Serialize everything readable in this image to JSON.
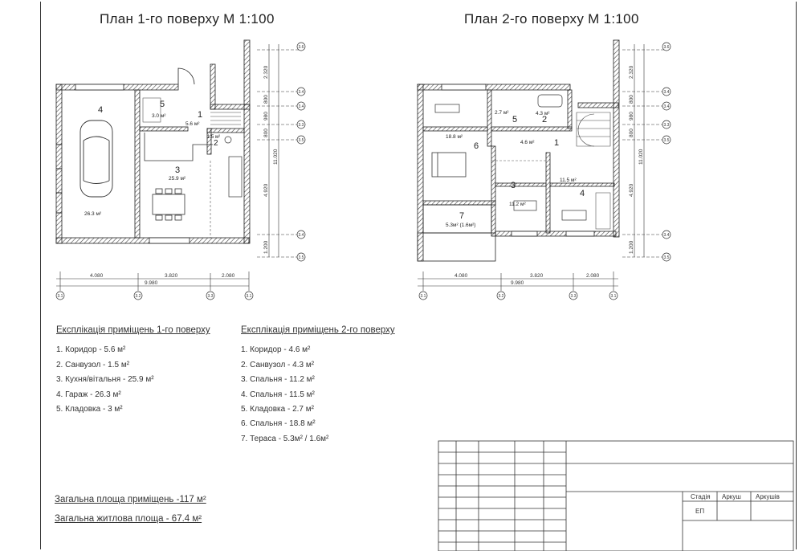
{
  "plan1": {
    "title": "План 1-го поверху М 1:100",
    "rooms": [
      {
        "num": "1",
        "area": "5.6 м²"
      },
      {
        "num": "2",
        "area": "1.5 м²"
      },
      {
        "num": "3",
        "area": "25.9 м²"
      },
      {
        "num": "4",
        "area": "26.3 м²"
      },
      {
        "num": "5",
        "area": "3.0 м²"
      }
    ],
    "dims_bottom": [
      "4.080",
      "3.820",
      "2.080",
      "9.980"
    ],
    "dims_right": [
      "2.320",
      "800",
      "980",
      "800",
      "4.920",
      "1.200",
      "11.020"
    ],
    "axes_bottom": [
      "3.1",
      "3.2",
      "3.3",
      "3.1"
    ],
    "axes_right": [
      "3.6",
      "3.4",
      "3.4",
      "3.3",
      "3.5",
      "3.4",
      "3.5"
    ]
  },
  "plan2": {
    "title": "План 2-го поверху М 1:100",
    "rooms": [
      {
        "num": "1",
        "area": "4.6 м²"
      },
      {
        "num": "2",
        "area": "4.3 м²"
      },
      {
        "num": "3",
        "area": "11.2 м²"
      },
      {
        "num": "4",
        "area": "11.5 м²"
      },
      {
        "num": "5",
        "area": "2.7 м²"
      },
      {
        "num": "6",
        "area": "18.8 м²"
      },
      {
        "num": "7",
        "area": "5.3м² (1.6м²)"
      }
    ],
    "dims_bottom": [
      "4.080",
      "3.820",
      "2.080",
      "9.980"
    ],
    "dims_right": [
      "2.320",
      "800",
      "980",
      "800",
      "4.920",
      "1.200",
      "11.020"
    ],
    "axes_bottom": [
      "3.1",
      "3.2",
      "3.3",
      "3.1"
    ],
    "axes_right": [
      "3.6",
      "3.4",
      "3.4",
      "3.3",
      "3.5",
      "3.4",
      "3.5"
    ]
  },
  "legend1": {
    "heading": "Експлікація приміщень 1-го поверху",
    "items": [
      "1. Коридор - 5.6 м²",
      "2. Санвузол - 1.5 м²",
      "3. Кухня/вітальня - 25.9 м²",
      "4. Гараж - 26.3 м²",
      "5. Кладовка - 3 м²"
    ]
  },
  "legend2": {
    "heading": "Експлікація приміщень 2-го поверху",
    "items": [
      "1. Коридор - 4.6 м²",
      "2. Санвузол - 4.3 м²",
      "3. Спальня - 11.2 м²",
      "4. Спальня - 11.5 м²",
      "5. Кладовка - 2.7 м²",
      "6. Спальня - 18.8 м²",
      "7. Тераса - 5.3м² / 1.6м²"
    ]
  },
  "totals": {
    "total_area": "Загальна площа приміщень -117 м²",
    "living_area": "Загальна житлова площа - 67.4 м²"
  },
  "stamp": {
    "headers": [
      "Стадія",
      "Аркуш",
      "Аркушів"
    ],
    "stage": "ЕП"
  }
}
